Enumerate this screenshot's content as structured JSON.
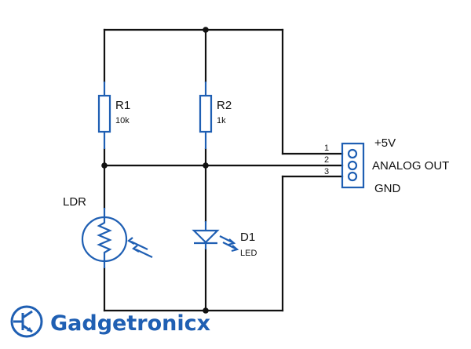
{
  "colors": {
    "wire": "#111111",
    "component": "#1f5fb3",
    "brand": "#1f5fb3",
    "background": "#ffffff"
  },
  "components": {
    "r1": {
      "ref": "R1",
      "value": "10k"
    },
    "r2": {
      "ref": "R2",
      "value": "1k"
    },
    "ldr": {
      "ref": "LDR"
    },
    "d1": {
      "ref": "D1",
      "value": "LED"
    }
  },
  "connector": {
    "pins": [
      {
        "number": "1",
        "label": "+5V"
      },
      {
        "number": "2",
        "label": "ANALOG OUT"
      },
      {
        "number": "3",
        "label": "GND"
      }
    ]
  },
  "brand": {
    "name": "Gadgetronicx",
    "icon": "transistor-logo-icon"
  }
}
